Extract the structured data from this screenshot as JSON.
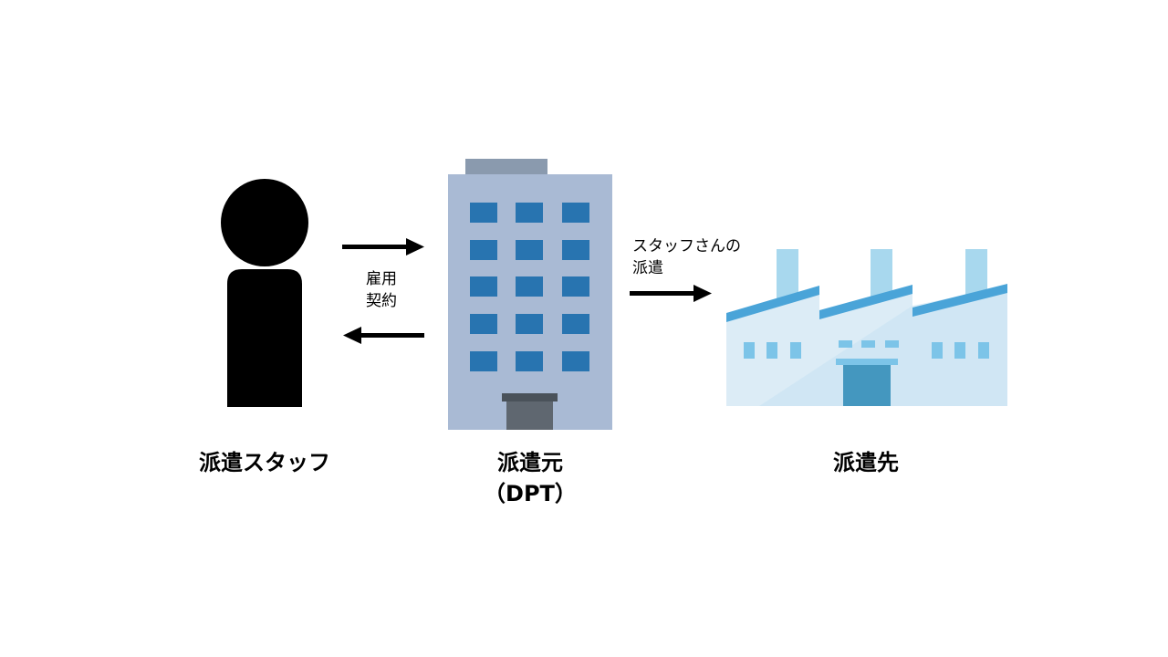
{
  "staff": {
    "label": "派遣スタッフ",
    "icon": "person-icon"
  },
  "contract": {
    "line1": "雇用",
    "line2": "契約"
  },
  "agency": {
    "label_line1": "派遣元",
    "label_line2": "（DPT）",
    "icon": "office-building-icon"
  },
  "dispatch": {
    "line1": "スタッフさんの",
    "line2": "派遣"
  },
  "client": {
    "label": "派遣先",
    "icon": "factory-icon"
  },
  "colors": {
    "person": "#000000",
    "building_body": "#a9bad4",
    "building_top": "#8a9aae",
    "building_window": "#2874b0",
    "building_door": "#5f6770",
    "factory_body": "#dcecf6",
    "factory_roof": "#4aa4d8",
    "factory_chimney": "#a8d8ee",
    "factory_window": "#7cc4e8",
    "factory_door": "#4497bf"
  }
}
